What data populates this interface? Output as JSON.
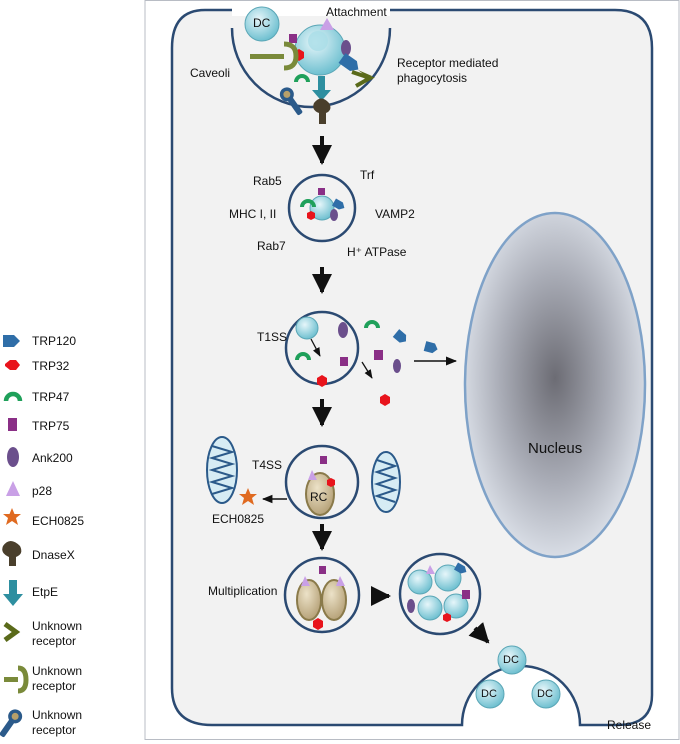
{
  "labels": {
    "attachment": "Attachment",
    "caveoli": "Caveoli",
    "receptor_mediated": "Receptor mediated",
    "phagocytosis": "phagocytosis",
    "rab5": "Rab5",
    "trf": "Trf",
    "mhc": "MHC I, II",
    "vamp2": "VAMP2",
    "rab7": "Rab7",
    "h_atpase": "H⁺ ATPase",
    "t1ss": "T1SS",
    "t4ss": "T4SS",
    "rc": "RC",
    "ech0825_inside": "ECH0825",
    "multiplication": "Multiplication",
    "nucleus": "Nucleus",
    "release": "Release",
    "dc": "DC"
  },
  "legend": [
    {
      "icon": "trp120-icon",
      "label": "TRP120"
    },
    {
      "icon": "trp32-icon",
      "label": "TRP32"
    },
    {
      "icon": "trp47-icon",
      "label": "TRP47"
    },
    {
      "icon": "trp75-icon",
      "label": "TRP75"
    },
    {
      "icon": "ank200-icon",
      "label": "Ank200"
    },
    {
      "icon": "p28-icon",
      "label": "p28"
    },
    {
      "icon": "ech0825-icon",
      "label": "ECH0825"
    },
    {
      "icon": "dnasex-icon",
      "label": "DnaseX"
    },
    {
      "icon": "etpe-icon",
      "label": "EtpE"
    },
    {
      "icon": "unknown-receptor-chevron-icon",
      "label_lines": [
        "Unknown",
        "receptor"
      ]
    },
    {
      "icon": "unknown-receptor-fork-icon",
      "label_lines": [
        "Unknown",
        "receptor"
      ]
    },
    {
      "icon": "unknown-receptor-knob-icon",
      "label_lines": [
        "Unknown",
        "receptor"
      ]
    }
  ],
  "colors": {
    "membrane": "#2b4a72",
    "cell_fill": "#f2f2f2",
    "bacterium": "#8fd0dc",
    "trp120": "#2f6ea8",
    "trp32": "#e8141c",
    "trp47": "#1fa05a",
    "trp75": "#8a2f86",
    "ank200": "#6b4f8c",
    "p28": "#c9a0e6",
    "ech0825": "#e06a20",
    "dnasex": "#4a3f2c",
    "etpe": "#2e8fa0",
    "receptor_chevron": "#5a6a1a",
    "receptor_fork": "#7a8a3a",
    "receptor_knob": "#2b5a8a",
    "rc": "#c8b896"
  }
}
